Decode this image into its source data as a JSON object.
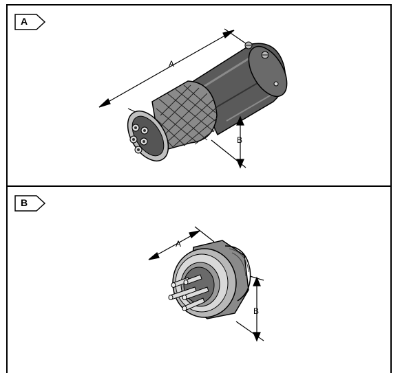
{
  "panels": [
    {
      "label": "A",
      "dim_a": "A",
      "dim_b": "B",
      "subject": "female-connector-cable-plug"
    },
    {
      "label": "B",
      "dim_a": "A",
      "dim_b": "B",
      "subject": "male-panel-mount-receptacle"
    }
  ],
  "colors": {
    "line": "#000000",
    "body_dark": "#4a4a4a",
    "body_mid": "#7a7a7a",
    "body_light": "#cfcfcf"
  }
}
